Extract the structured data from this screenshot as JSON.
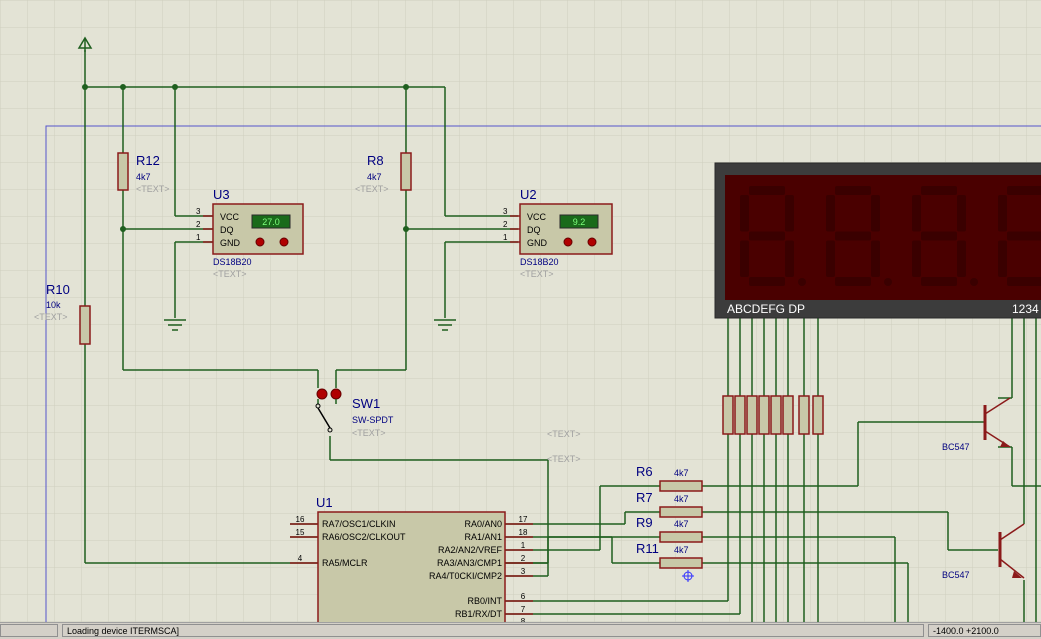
{
  "components": {
    "r12": {
      "ref": "R12",
      "value": "4k7",
      "text": "<TEXT>"
    },
    "r8": {
      "ref": "R8",
      "value": "4k7",
      "text": "<TEXT>"
    },
    "r10": {
      "ref": "R10",
      "value": "10k",
      "text": "<TEXT>"
    },
    "u3": {
      "ref": "U3",
      "part": "DS18B20",
      "text": "<TEXT>",
      "reading": "27.0",
      "pins": [
        "VCC",
        "DQ",
        "GND"
      ],
      "pin_numbers": [
        "3",
        "2",
        "1"
      ]
    },
    "u2": {
      "ref": "U2",
      "part": "DS18B20",
      "text": "<TEXT>",
      "reading": "9.2",
      "pins": [
        "VCC",
        "DQ",
        "GND"
      ],
      "pin_numbers": [
        "3",
        "2",
        "1"
      ]
    },
    "sw1": {
      "ref": "SW1",
      "part": "SW-SPDT",
      "text": "<TEXT>"
    },
    "free_text": [
      "<TEXT>",
      "<TEXT>"
    ],
    "r6": {
      "ref": "R6",
      "value": "4k7"
    },
    "r7": {
      "ref": "R7",
      "value": "4k7"
    },
    "r9": {
      "ref": "R9",
      "value": "4k7"
    },
    "r11": {
      "ref": "R11",
      "value": "4k7"
    },
    "q1": {
      "part": "BC547"
    },
    "q2": {
      "part": "BC547"
    },
    "u1": {
      "ref": "U1",
      "left_pins": [
        {
          "num": "16",
          "name": "RA7/OSC1/CLKIN"
        },
        {
          "num": "15",
          "name": "RA6/OSC2/CLKOUT"
        },
        {
          "num": "4",
          "name": "RA5/MCLR"
        }
      ],
      "right_pins": [
        {
          "num": "17",
          "name": "RA0/AN0"
        },
        {
          "num": "18",
          "name": "RA1/AN1"
        },
        {
          "num": "1",
          "name": "RA2/AN2/VREF"
        },
        {
          "num": "2",
          "name": "RA3/AN3/CMP1"
        },
        {
          "num": "3",
          "name": "RA4/T0CKI/CMP2"
        },
        {
          "num": "6",
          "name": "RB0/INT"
        },
        {
          "num": "7",
          "name": "RB1/RX/DT"
        },
        {
          "num": "8",
          "name": ""
        }
      ]
    },
    "display": {
      "segment_label": "ABCDEFG DP",
      "digit_label": "1234",
      "segment_color": "#3a0000",
      "background": "#4a0000"
    }
  },
  "colors": {
    "wire": "#1f5f1f",
    "body": "#c8c8a8",
    "outline": "#8b1a1a",
    "text": "#000080",
    "grid": "#cfcfbf",
    "sheet": "#ffffff",
    "display_frame": "#3c3c3c",
    "readout": "#2ed02e"
  },
  "status": {
    "left": "",
    "message": "Loading device ITERMSCA]",
    "coords": "-1400.0    +2100.0"
  }
}
